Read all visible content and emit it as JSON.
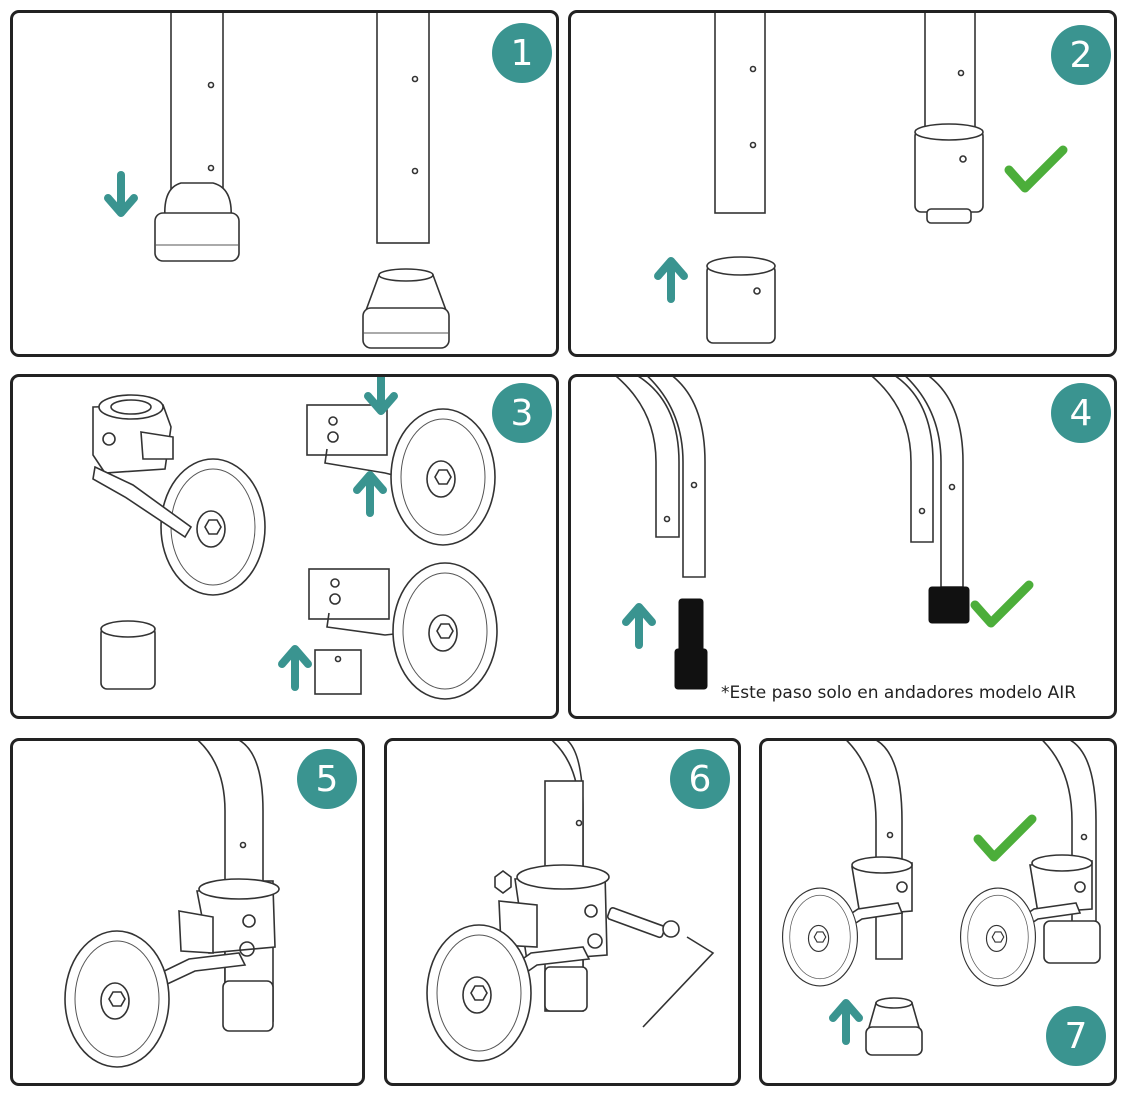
{
  "colors": {
    "accent": "#3a9490",
    "check": "#4cae3a",
    "outline": "#222222"
  },
  "steps": [
    {
      "number": "1"
    },
    {
      "number": "2"
    },
    {
      "number": "3"
    },
    {
      "number": "4",
      "note": "*Este paso solo en andadores modelo AIR"
    },
    {
      "number": "5"
    },
    {
      "number": "6"
    },
    {
      "number": "7"
    }
  ],
  "icons": [
    "arrow-down-icon",
    "arrow-up-icon",
    "checkmark-icon"
  ]
}
